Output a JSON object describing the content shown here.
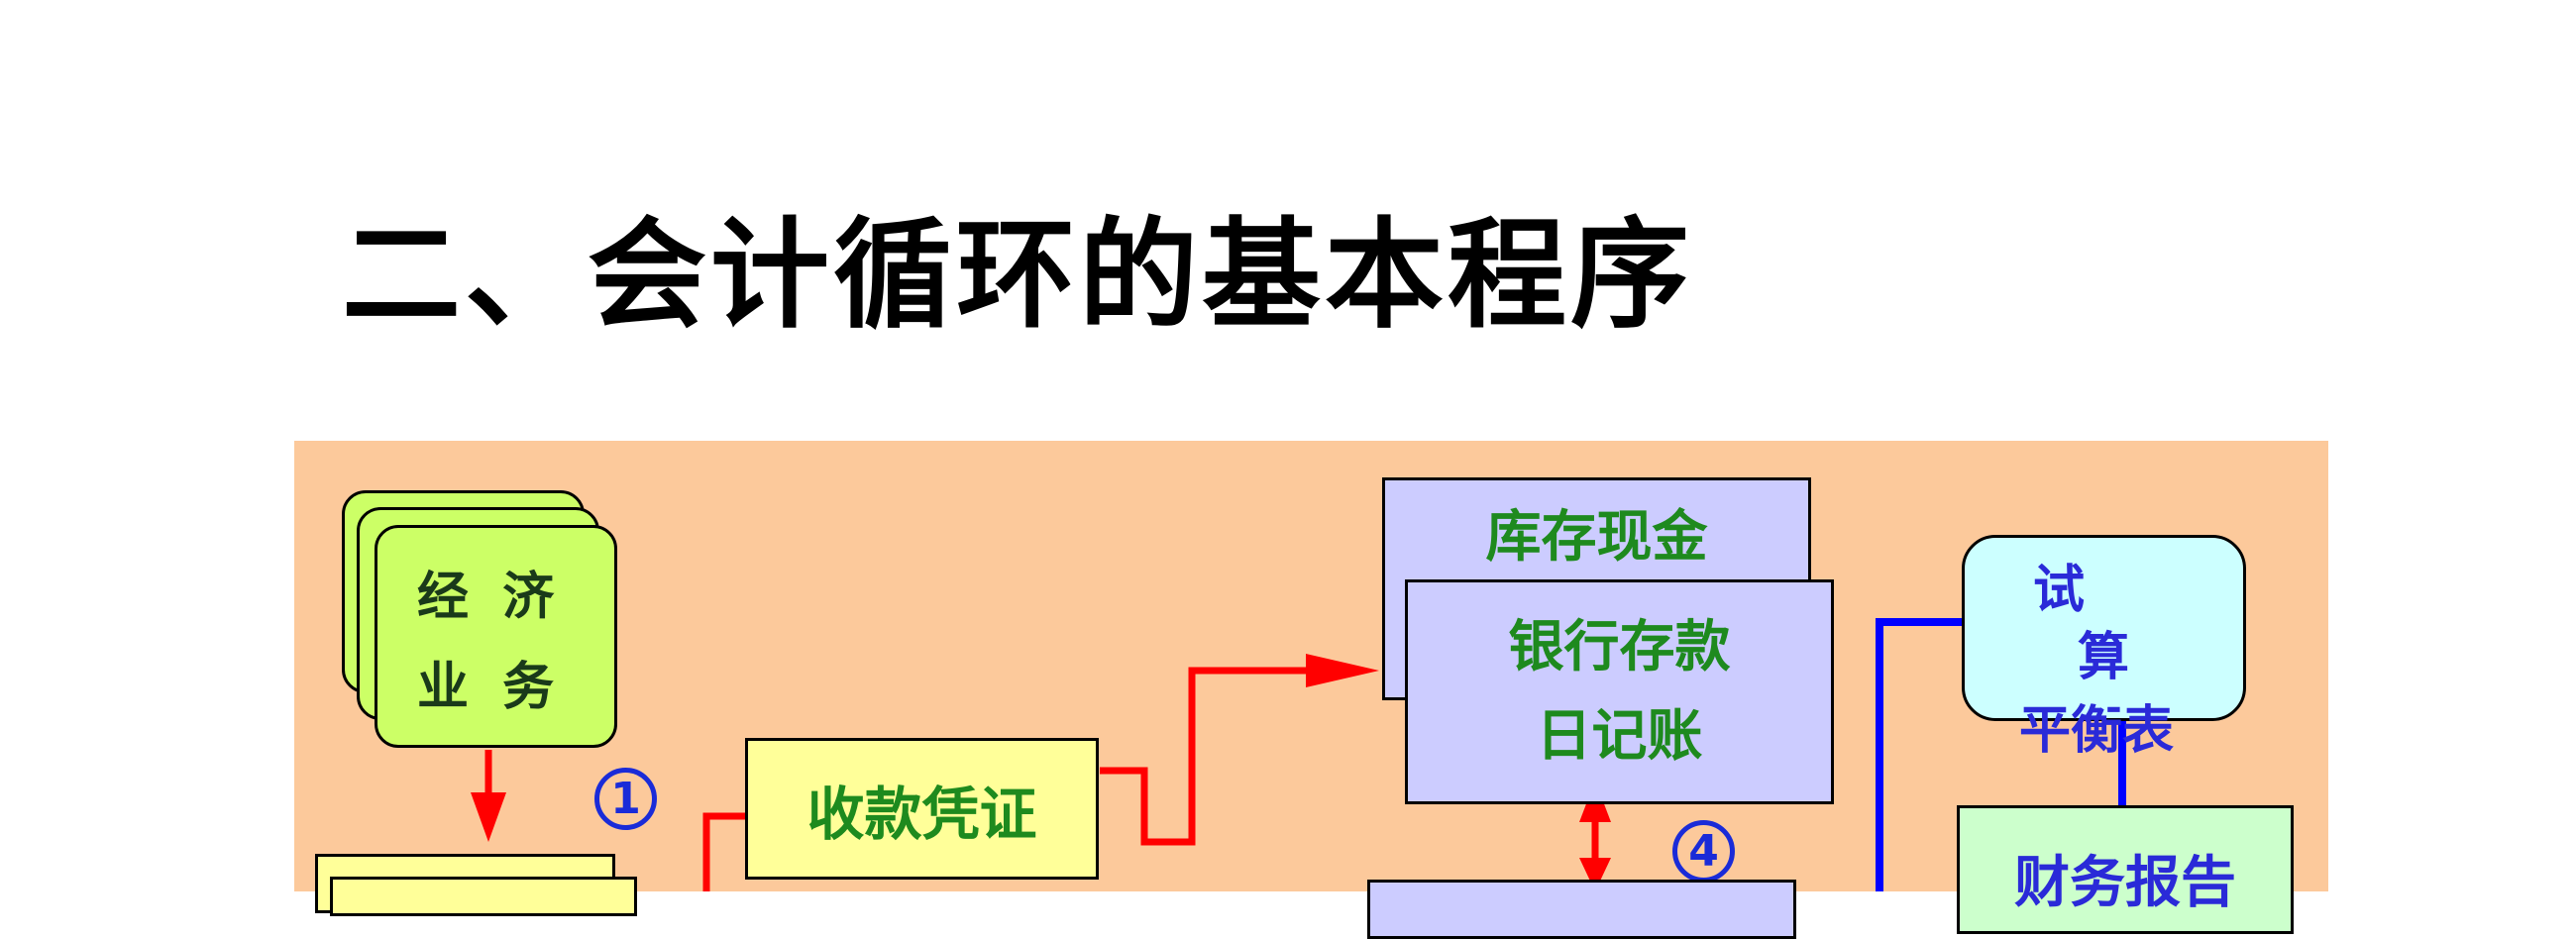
{
  "title": "二、会计循环的基本程序",
  "economic_business": {
    "line1": "经 济",
    "line2": "业 务"
  },
  "receipt_voucher": "收款凭证",
  "cash_journal": "库存现金",
  "bank_journal": {
    "line1": "银行存款",
    "line2": "日记账"
  },
  "trial_balance": {
    "line1": "试",
    "line2": "算",
    "line3": "平衡表"
  },
  "financial_report": "财务报告",
  "step_1": "1",
  "step_4": "4",
  "colors": {
    "panel": "#fcc99b",
    "card_green": "#ccff66",
    "voucher_yellow": "#ffff99",
    "journal_lavender": "#ccccff",
    "trial_balance_cyan": "#ccffff",
    "report_green": "#ccffcc",
    "flow_red": "#ff0000",
    "flow_blue": "#0000ff"
  }
}
